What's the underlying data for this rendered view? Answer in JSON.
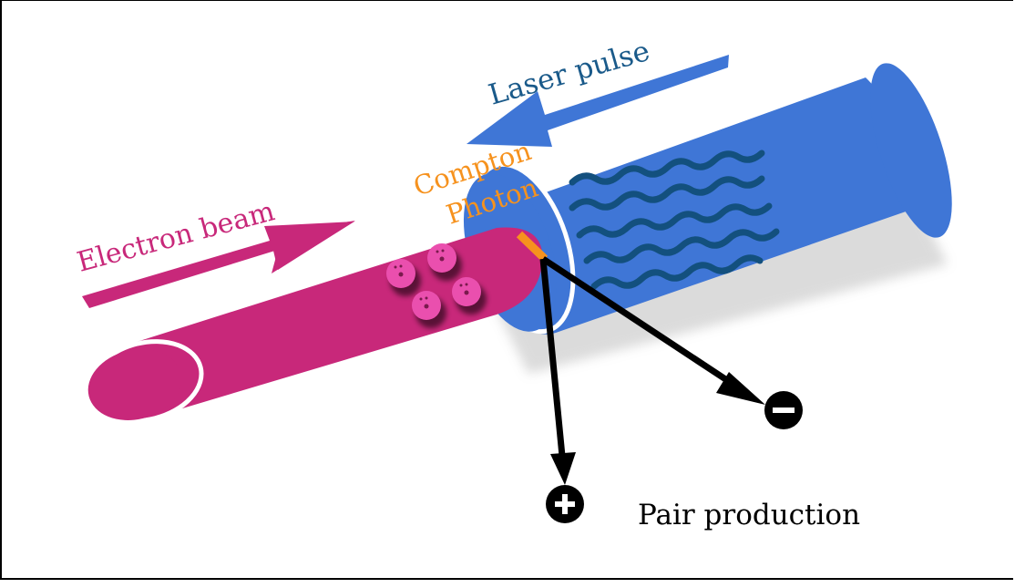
{
  "labels": {
    "electron_beam": "Electron beam",
    "laser_pulse": "Laser pulse",
    "compton_line1": "Compton",
    "compton_line2": "Photon",
    "pair_production": "Pair production"
  },
  "symbols": {
    "positron": "+",
    "electron": "−"
  },
  "colors": {
    "electron_beam": "#c8287a",
    "laser": "#3f76d6",
    "laser_text": "#1a5a8a",
    "wave": "#13507e",
    "compton": "#f6921e",
    "electron_dot": "#ea4fae",
    "arrow": "#000000"
  },
  "icons": {
    "positron": "plus-circle-icon",
    "electron": "minus-circle-icon"
  }
}
